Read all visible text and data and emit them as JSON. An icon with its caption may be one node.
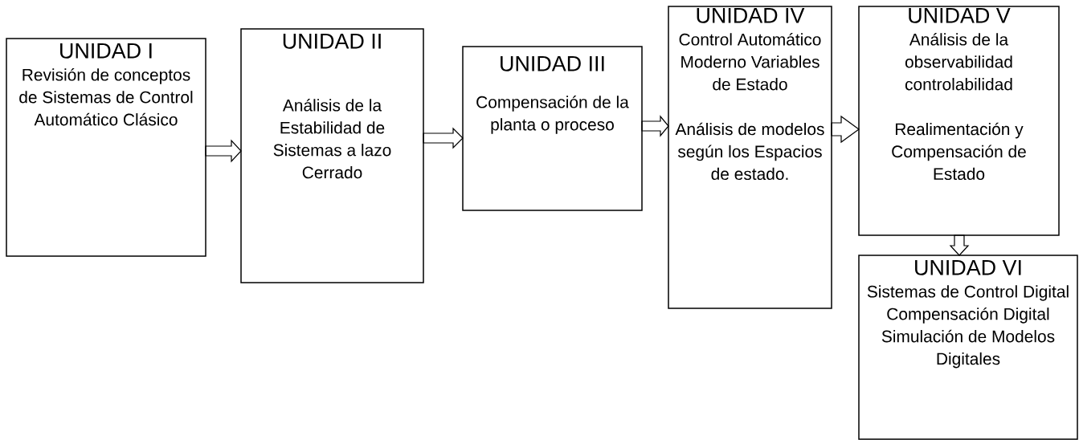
{
  "diagram": {
    "nodes": [
      {
        "text": [
          "UNIDAD I",
          "Revisión de conceptos de Sistemas de Control Automático Clásico"
        ]
      },
      {
        "text": [
          "UNIDAD II",
          "Análisis de la Estabilidad de Sistemas a lazo Cerrado"
        ]
      },
      {
        "text": [
          "UNIDAD III",
          "Compensación de la planta o proceso"
        ]
      },
      {
        "text": [
          "UNIDAD IV",
          "Control Automático Moderno Variables de Estado",
          "Análisis de modelos según los Espacios de estado."
        ]
      },
      {
        "text": [
          "UNIDAD V",
          "Análisis de la observabilidad controlabilidad",
          "Realimentación y Compensación de Estado"
        ]
      },
      {
        "text": [
          "UNIDAD VI",
          "Sistemas de Control Digital",
          "Compensación Digital",
          "Simulación de Modelos Digitales"
        ]
      }
    ],
    "edges": [
      {
        "from": 0,
        "to": 1,
        "arrow": "to"
      },
      {
        "from": 1,
        "to": 2,
        "arrow": "to"
      },
      {
        "from": 2,
        "to": 3,
        "arrow": "to"
      },
      {
        "from": 3,
        "to": 4,
        "arrow": "to"
      },
      {
        "from": 4,
        "to": 5,
        "arrow": "to"
      }
    ]
  }
}
